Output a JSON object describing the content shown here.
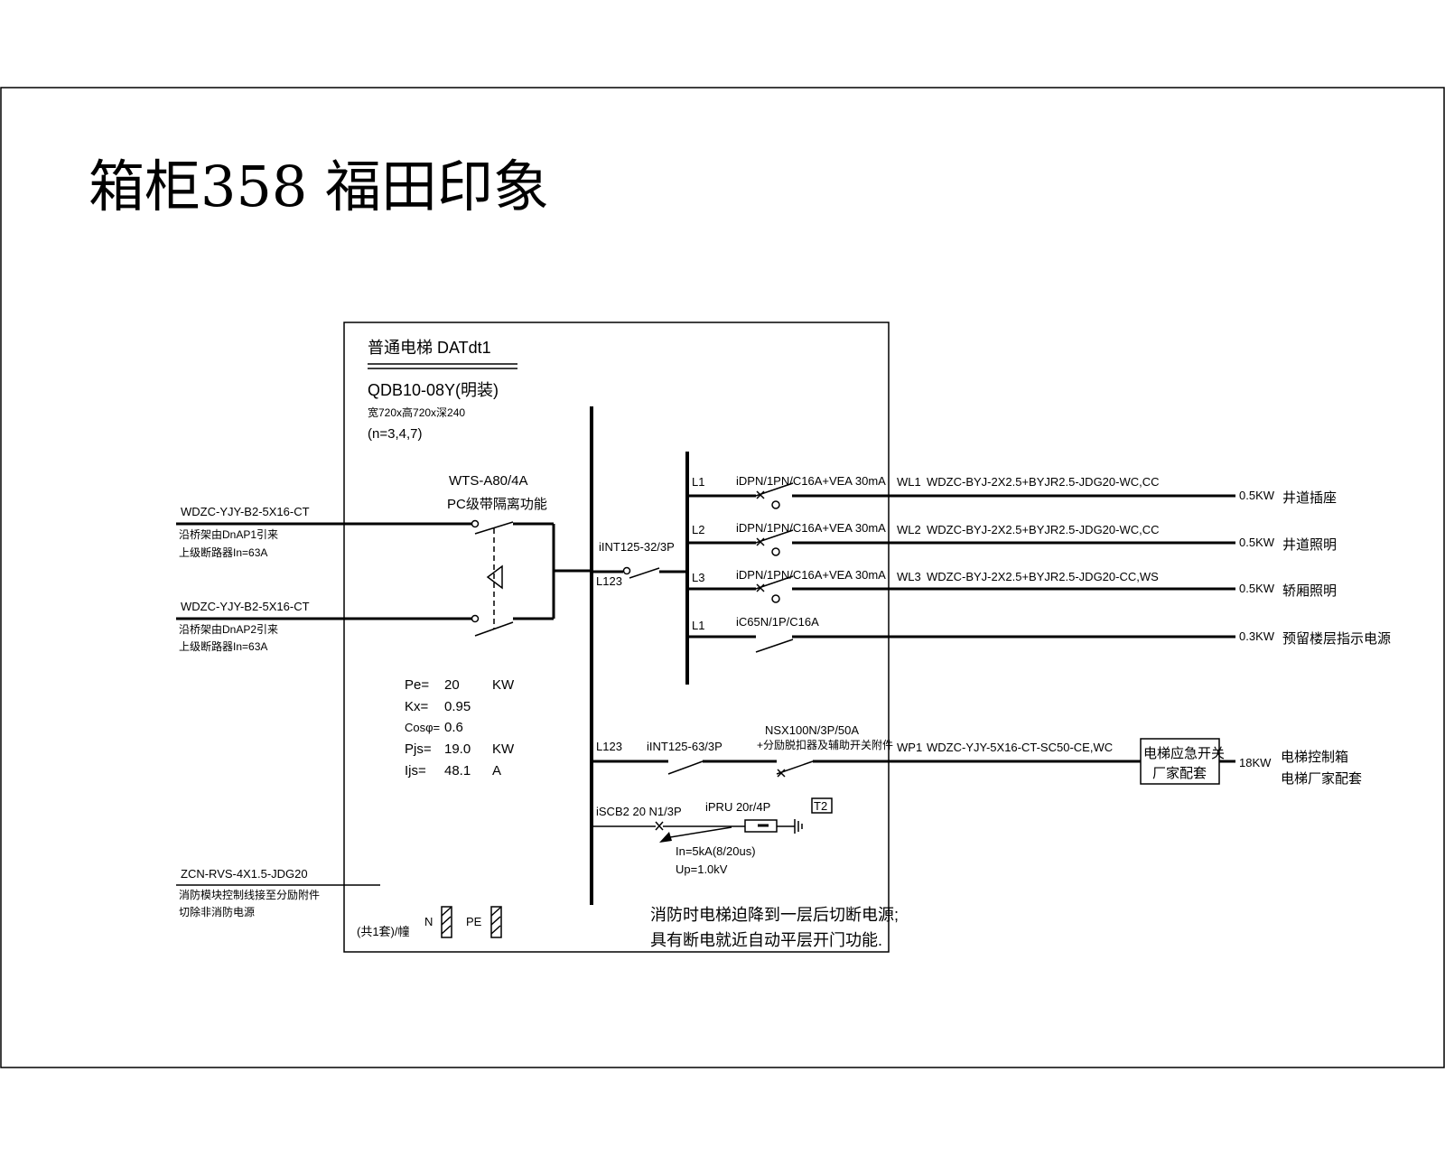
{
  "title": "箱柜358 福田印象",
  "panel": {
    "name": "普通电梯 DATdt1",
    "model": "QDB10-08Y(明装)",
    "size": "宽720x高720x深240",
    "floors": "(n=3,4,7)",
    "ats": {
      "model": "WTS-A80/4A",
      "desc": "PC级带隔离功能"
    },
    "incoming": [
      {
        "cable": "WDZC-YJY-B2-5X16-CT",
        "note1": "沿桥架由DnAP1引来",
        "note2": "上级断路器In=63A"
      },
      {
        "cable": "WDZC-YJY-B2-5X16-CT",
        "note1": "沿桥架由DnAP2引来",
        "note2": "上级断路器In=63A"
      }
    ],
    "params": {
      "pe_label": "Pe=",
      "pe_value": "20",
      "pe_unit": "KW",
      "kx_label": "Kx=",
      "kx_value": "0.95",
      "cos_label": "Cosφ=",
      "cos_value": "0.6",
      "pjs_label": "Pjs=",
      "pjs_value": "19.0",
      "pjs_unit": "KW",
      "ijs_label": "Ijs=",
      "ijs_value": "48.1",
      "ijs_unit": "A"
    },
    "control": {
      "cable": "ZCN-RVS-4X1.5-JDG20",
      "note1": "消防模块控制线接至分励附件",
      "note2": "切除非消防电源"
    },
    "sets": "(共1套)/幢",
    "n_label": "N",
    "pe_bar_label": "PE",
    "main_breaker": {
      "model": "iINT125-32/3P",
      "phase": "L123"
    },
    "feeders": [
      {
        "phase": "L1",
        "breaker": "iDPN/1PN/C16A+VEA 30mA",
        "circuit": "WL1",
        "cable": "WDZC-BYJ-2X2.5+BYJR2.5-JDG20-WC,CC",
        "load": "0.5KW",
        "desc": "井道插座"
      },
      {
        "phase": "L2",
        "breaker": "iDPN/1PN/C16A+VEA 30mA",
        "circuit": "WL2",
        "cable": "WDZC-BYJ-2X2.5+BYJR2.5-JDG20-WC,CC",
        "load": "0.5KW",
        "desc": "井道照明"
      },
      {
        "phase": "L3",
        "breaker": "iDPN/1PN/C16A+VEA 30mA",
        "circuit": "WL3",
        "cable": "WDZC-BYJ-2X2.5+BYJR2.5-JDG20-CC,WS",
        "load": "0.5KW",
        "desc": "轿厢照明"
      },
      {
        "phase": "L1",
        "breaker": "iC65N/1P/C16A",
        "circuit": "",
        "cable": "",
        "load": "0.3KW",
        "desc": "预留楼层指示电源"
      }
    ],
    "power_feeder": {
      "phase": "L123",
      "isolator": "iINT125-63/3P",
      "breaker": "NSX100N/3P/50A",
      "breaker_note": "+分励脱扣器及辅助开关附件",
      "circuit": "WP1",
      "cable": "WDZC-YJY-5X16-CT-SC50-CE,WC",
      "switch_box_line1": "电梯应急开关",
      "switch_box_line2": "厂家配套",
      "load": "18KW",
      "desc1": "电梯控制箱",
      "desc2": "电梯厂家配套"
    },
    "spd": {
      "breaker": "iSCB2 20 N1/3P",
      "model": "iPRU 20r/4P",
      "tag": "T2",
      "in_value": "In=5kA(8/20us)",
      "up_value": "Up=1.0kV"
    },
    "note_line1": "消防时电梯迫降到一层后切断电源;",
    "note_line2": "具有断电就近自动平层开门功能."
  }
}
